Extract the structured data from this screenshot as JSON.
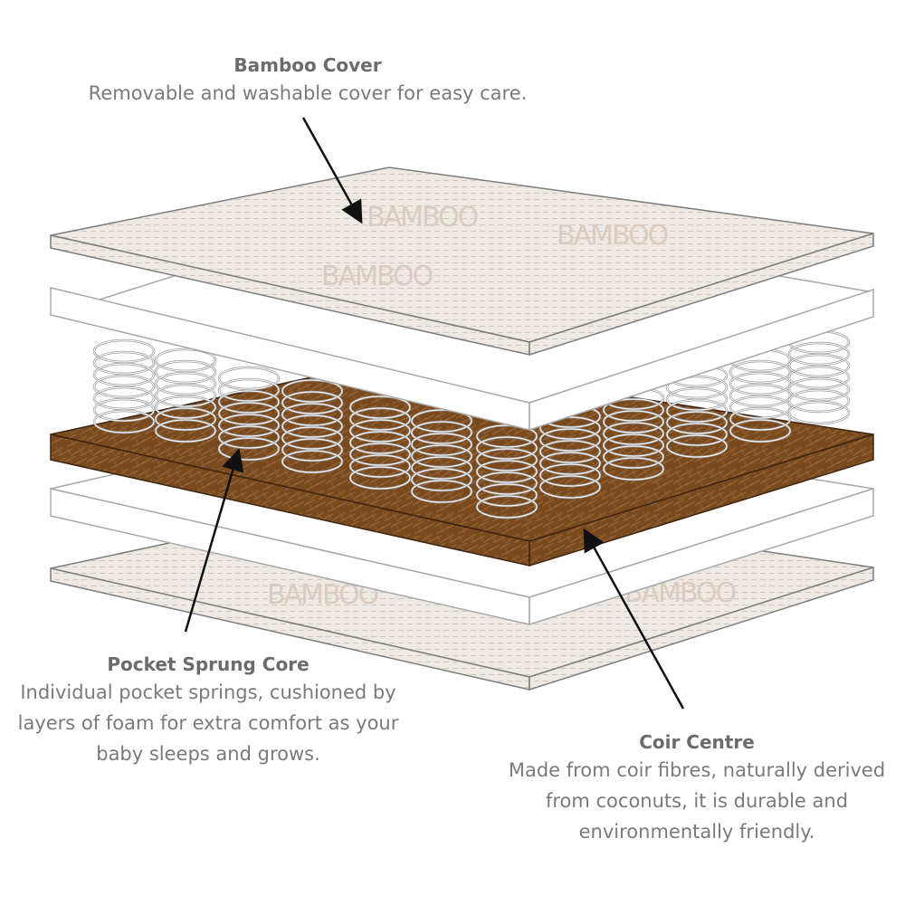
{
  "callouts": {
    "bamboo_cover": {
      "title": "Bamboo Cover",
      "description": "Removable and washable cover for easy care."
    },
    "pocket_sprung_core": {
      "title": "Pocket Sprung Core",
      "description": "Individual pocket springs, cushioned by\nlayers of foam for extra comfort as your\nbaby sleeps and grows."
    },
    "coir_centre": {
      "title": "Coir Centre",
      "description": "Made from coir fibres, naturally derived\nfrom coconuts, it is durable and\nenvironmentally friendly."
    }
  },
  "layers": [
    {
      "name": "Bamboo cover (top)",
      "watermark": "BAMBOO"
    },
    {
      "name": "Foam layer (top)"
    },
    {
      "name": "Pocket springs"
    },
    {
      "name": "Coir centre"
    },
    {
      "name": "Foam layer (bottom)"
    },
    {
      "name": "Bamboo cover (bottom)",
      "watermark": "BAMBOO"
    }
  ],
  "colors": {
    "bamboo_fill": "#efe9e3",
    "bamboo_stitch": "#c9c2bb",
    "bamboo_edge": "#7d7d7d",
    "foam_edge": "#a8a8a8",
    "coir_fill": "#7a4a1f",
    "coir_texture": "#9c6a3a",
    "coir_edge": "#3d2410",
    "spring": "#9a9a9a",
    "text": "#6d6d6d",
    "arrow": "#111111"
  }
}
